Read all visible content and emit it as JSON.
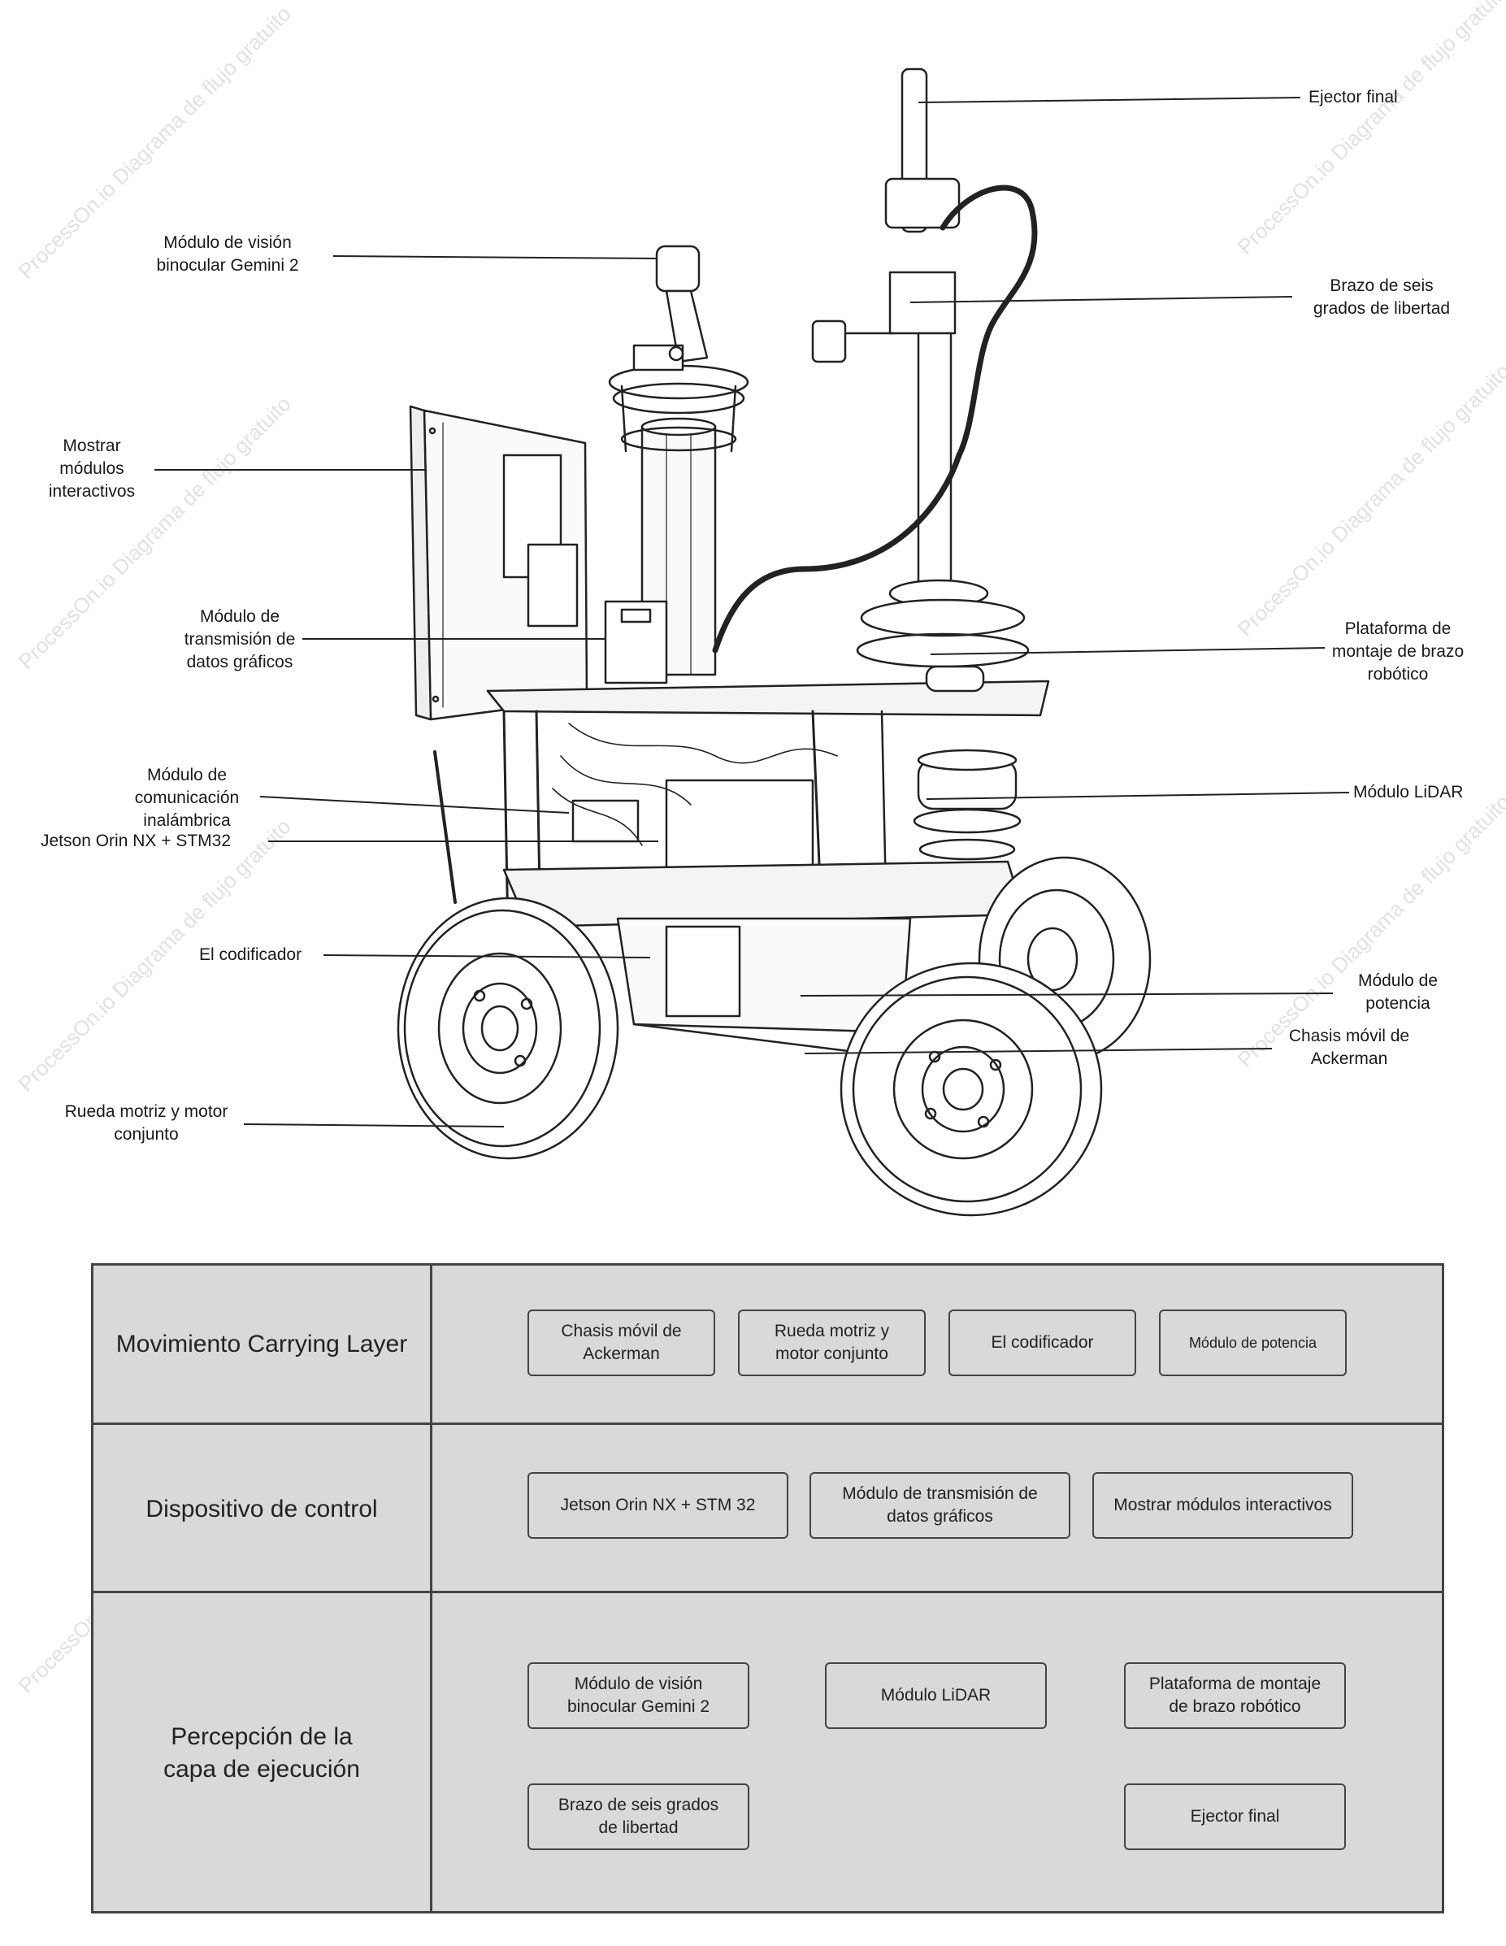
{
  "labels": {
    "ejector": "Ejector final",
    "vision": "Módulo de visión\nbinocular Gemini 2",
    "arm": "Brazo de seis\ngrados de libertad",
    "display": "Mostrar\nmódulos\ninteractivos",
    "transmission": "Módulo de\ntransmisión de\ndatos gráficos",
    "platform": "Plataforma de\nmontaje de brazo\nrobótico",
    "wireless": "Módulo de\ncomunicación\ninalámbrica",
    "lidar": "Módulo LiDAR",
    "jetson": "Jetson Orin NX + STM32",
    "encoder": "El codificador",
    "power": "Módulo de\npotencia",
    "chassis": "Chasis móvil de\nAckerman",
    "wheel": "Rueda motriz y motor\nconjunto"
  },
  "layers": [
    {
      "title": "Movimiento Carrying Layer",
      "items": [
        "Chasis móvil de\nAckerman",
        "Rueda motriz y\nmotor conjunto",
        "El codificador",
        "Módulo de potencia"
      ]
    },
    {
      "title": "Dispositivo de control",
      "items": [
        "Jetson Orin NX + STM 32",
        "Módulo de transmisión de\ndatos gráficos",
        "Mostrar módulos interactivos"
      ]
    },
    {
      "title": "Percepción de la\ncapa de ejecución",
      "items": [
        "Módulo de visión\nbinocular Gemini 2",
        "Módulo LiDAR",
        "Plataforma de montaje\nde brazo robótico",
        "Brazo de seis grados\nde libertad",
        "Ejector final"
      ]
    }
  ],
  "watermark": "ProcessOn.io Diagrama de flujo gratuito"
}
